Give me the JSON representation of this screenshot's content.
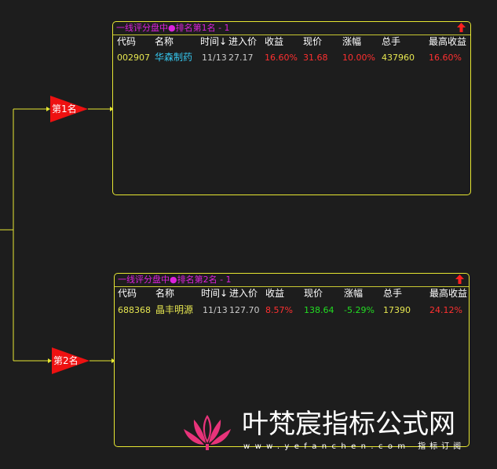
{
  "connectors": {
    "rank1_label": "第1名",
    "rank2_label": "第2名"
  },
  "colors": {
    "background": "#1d1d1d",
    "border": "#e6e632",
    "title": "#dd22dd",
    "up": "#ff3030",
    "down": "#22dd22",
    "code": "#e6e650"
  },
  "columns": [
    "代码",
    "名称",
    "时间↓",
    "进入价",
    "收益",
    "现价",
    "涨幅",
    "总手",
    "最高收益"
  ],
  "panels": [
    {
      "title": "一线评分盘中●排名第1名 - 1",
      "row": {
        "code": "002907",
        "name": "华森制药",
        "time": "11/13",
        "entry_price": "27.17",
        "profit": "16.60%",
        "price": "31.68",
        "change": "10.00%",
        "volume": "437960",
        "max_profit": "16.60%"
      }
    },
    {
      "title": "一线评分盘中●排名第2名 - 1",
      "row": {
        "code": "688368",
        "name": "晶丰明源",
        "time": "11/13",
        "entry_price": "127.70",
        "profit": "8.57%",
        "price": "138.64",
        "change": "-5.29%",
        "volume": "17390",
        "max_profit": "24.12%"
      }
    }
  ],
  "watermark": {
    "name": "叶梵宸指标公式网",
    "url": "www.yefanchen.com",
    "sub": "指标订阅"
  }
}
